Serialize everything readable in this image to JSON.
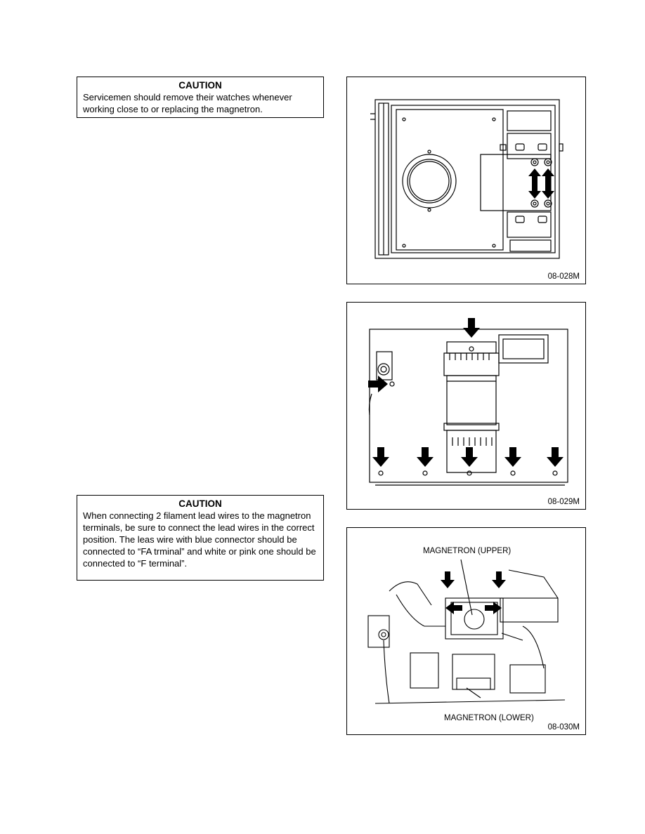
{
  "caution_top": {
    "heading": "CAUTION",
    "text": "Servicemen should remove their watches whenever working close to or replacing the magnetron."
  },
  "caution_bottom": {
    "heading": "CAUTION",
    "text": "When connecting 2 filament lead wires to the magnetron terminals, be sure to connect the lead wires in the correct position. The leas wire with blue connector should be connected to “FA trminal” and white or pink one should be connected to “F terminal”."
  },
  "figures": [
    {
      "code": "08-028M"
    },
    {
      "code": "08-029M"
    },
    {
      "code": "08-030M",
      "label_upper": "MAGNETRON (UPPER)",
      "label_lower": "MAGNETRON (LOWER)"
    }
  ]
}
